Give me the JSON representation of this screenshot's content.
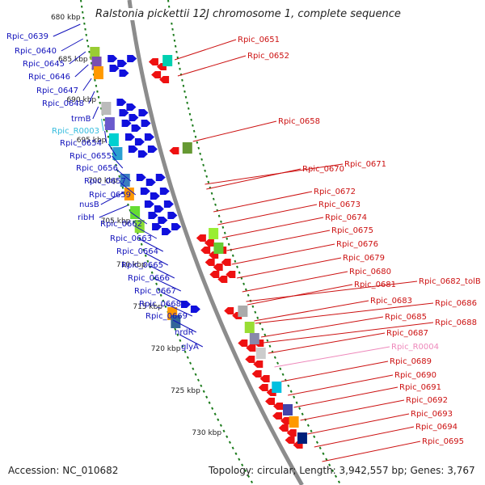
{
  "title": "Ralstonia pickettii 12J chromosome 1, complete sequence",
  "accession": "Accession: NC_010682",
  "topology": "Topology: circular; Length: 3,942,557 bp; Genes: 3,767",
  "colors": {
    "backbone": "#8c8c8c",
    "ticks": "#1a7a1a",
    "left_labels": "#1111bb",
    "rna_labels": "#33bbdd",
    "right_labels": "#cc1111",
    "right_rna_labels": "#ee88bb",
    "forward_gene": "#1010dd",
    "reverse_gene": "#ee1111"
  },
  "ruler": [
    "680 kbp",
    "685 kbp",
    "690 kbp",
    "695 kbp",
    "700 kbp",
    "705 kbp",
    "710 kbp",
    "715 kbp",
    "720 kbp",
    "725 kbp",
    "730 kbp"
  ],
  "left_labels": [
    {
      "text": "Rpic_0639",
      "kind": "gene"
    },
    {
      "text": "Rpic_0640",
      "kind": "gene"
    },
    {
      "text": "Rpic_0645",
      "kind": "gene"
    },
    {
      "text": "Rpic_0646",
      "kind": "gene"
    },
    {
      "text": "Rpic_0647",
      "kind": "gene"
    },
    {
      "text": "Rpic_0648",
      "kind": "gene"
    },
    {
      "text": "trmB",
      "kind": "gene"
    },
    {
      "text": "Rpic_R0003",
      "kind": "rna"
    },
    {
      "text": "Rpic_0654",
      "kind": "gene"
    },
    {
      "text": "Rpic_0655",
      "kind": "gene"
    },
    {
      "text": "Rpic_0656",
      "kind": "gene"
    },
    {
      "text": "Rpic_0657",
      "kind": "gene"
    },
    {
      "text": "Rpic_0659",
      "kind": "gene"
    },
    {
      "text": "nusB",
      "kind": "gene"
    },
    {
      "text": "ribH",
      "kind": "gene"
    },
    {
      "text": "Rpic_0662",
      "kind": "gene"
    },
    {
      "text": "Rpic_0663",
      "kind": "gene"
    },
    {
      "text": "Rpic_0664",
      "kind": "gene"
    },
    {
      "text": "Rpic_0665",
      "kind": "gene"
    },
    {
      "text": "Rpic_0666",
      "kind": "gene"
    },
    {
      "text": "Rpic_0667",
      "kind": "gene"
    },
    {
      "text": "Rpic_0668",
      "kind": "gene"
    },
    {
      "text": "Rpic_0669",
      "kind": "gene"
    },
    {
      "text": "nrdR",
      "kind": "gene"
    },
    {
      "text": "glyA",
      "kind": "gene"
    }
  ],
  "right_labels": [
    {
      "text": "Rpic_0651",
      "kind": "gene"
    },
    {
      "text": "Rpic_0652",
      "kind": "gene"
    },
    {
      "text": "Rpic_0658",
      "kind": "gene"
    },
    {
      "text": "Rpic_0670",
      "kind": "gene"
    },
    {
      "text": "Rpic_0671",
      "kind": "gene"
    },
    {
      "text": "Rpic_0672",
      "kind": "gene"
    },
    {
      "text": "Rpic_0673",
      "kind": "gene"
    },
    {
      "text": "Rpic_0674",
      "kind": "gene"
    },
    {
      "text": "Rpic_0675",
      "kind": "gene"
    },
    {
      "text": "Rpic_0676",
      "kind": "gene"
    },
    {
      "text": "Rpic_0679",
      "kind": "gene"
    },
    {
      "text": "Rpic_0680",
      "kind": "gene"
    },
    {
      "text": "Rpic_0681",
      "kind": "gene"
    },
    {
      "text": "Rpic_0682_tolB",
      "kind": "gene"
    },
    {
      "text": "Rpic_0683",
      "kind": "gene"
    },
    {
      "text": "Rpic_0686",
      "kind": "gene"
    },
    {
      "text": "Rpic_0685",
      "kind": "gene"
    },
    {
      "text": "Rpic_0688",
      "kind": "gene"
    },
    {
      "text": "Rpic_0687",
      "kind": "gene"
    },
    {
      "text": "Rpic_R0004",
      "kind": "rna"
    },
    {
      "text": "Rpic_0689",
      "kind": "gene"
    },
    {
      "text": "Rpic_0690",
      "kind": "gene"
    },
    {
      "text": "Rpic_0691",
      "kind": "gene"
    },
    {
      "text": "Rpic_0692",
      "kind": "gene"
    },
    {
      "text": "Rpic_0693",
      "kind": "gene"
    },
    {
      "text": "Rpic_0694",
      "kind": "gene"
    },
    {
      "text": "Rpic_0695",
      "kind": "gene"
    }
  ]
}
